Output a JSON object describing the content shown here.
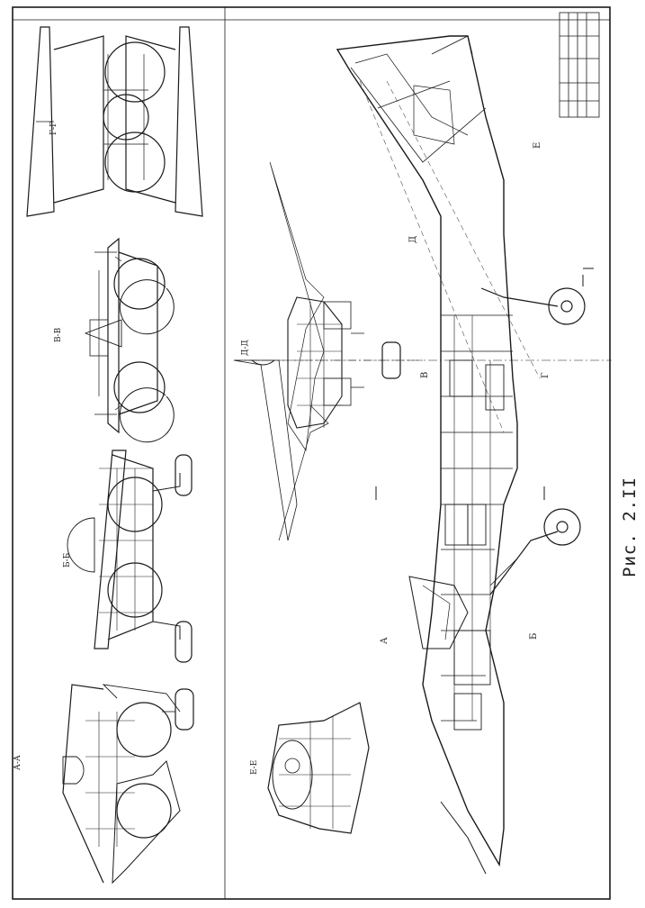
{
  "figure": {
    "caption": "Рис. 2.II",
    "ink_color": "#1a1a1a",
    "paper_color": "#ffffff"
  },
  "section_labels": [
    "А-А",
    "Б-Б",
    "В-В",
    "Г-Г",
    "Д-Д",
    "Е-Е"
  ],
  "station_marks": [
    "А",
    "Б",
    "В",
    "Г",
    "Д",
    "Е"
  ],
  "title_block": {
    "present": true,
    "position": "top-right"
  }
}
